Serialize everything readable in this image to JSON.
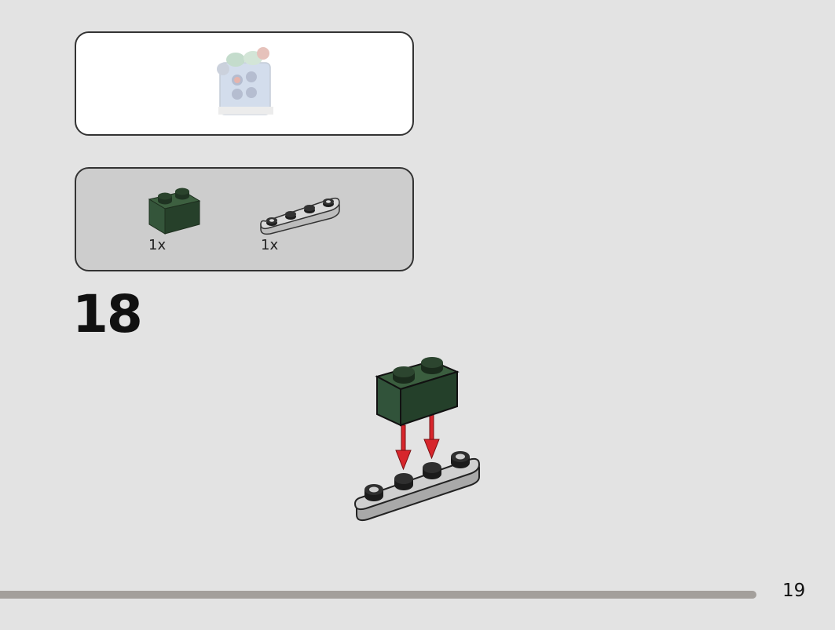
{
  "step": {
    "number": "18"
  },
  "page": {
    "number": "19"
  },
  "parts": [
    {
      "qty": "1x",
      "icon": "dark-green-brick-1x2-icon",
      "color": "#2e4a30"
    },
    {
      "qty": "1x",
      "icon": "light-gray-plate-1x4-icon",
      "color": "#c6c6c6"
    }
  ],
  "colors": {
    "background": "#e3e3e3",
    "arrow": "#d7262c",
    "progress_bar": "#a39f9b"
  }
}
